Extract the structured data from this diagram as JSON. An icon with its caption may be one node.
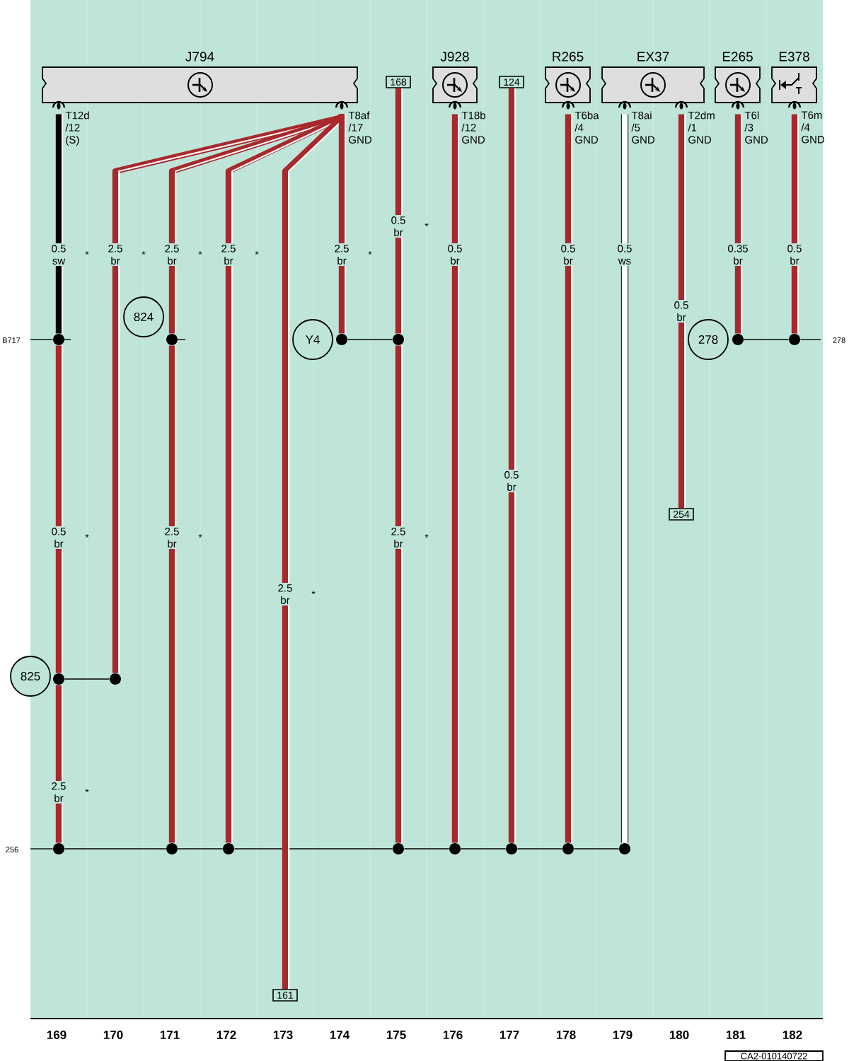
{
  "diagram": {
    "nodes": [
      {
        "text": [
          "J794"
        ],
        "beside": [
          "T12d /12 (S)",
          "T8af /17 GND"
        ]
      },
      {
        "text": [
          "J928"
        ],
        "beside": [
          "T18b /12 GND"
        ]
      },
      {
        "text": [
          "R265"
        ],
        "beside": [
          "T6ba /4 GND"
        ]
      },
      {
        "text": [
          "EX37"
        ],
        "beside": [
          "T8ai /5 GND",
          "T2dm /1 GND"
        ]
      },
      {
        "text": [
          "E265"
        ],
        "beside": [
          "T6l /3 GND"
        ]
      },
      {
        "text": [
          "E378"
        ],
        "beside": [
          "T6m /4 GND"
        ]
      },
      {
        "text": [
          "168"
        ]
      },
      {
        "text": [
          "124"
        ]
      },
      {
        "text": [
          "824"
        ]
      },
      {
        "text": [
          "Y4"
        ]
      },
      {
        "text": [
          "278"
        ]
      },
      {
        "text": [
          "254"
        ]
      },
      {
        "text": [
          "825"
        ]
      },
      {
        "text": [
          "161"
        ]
      },
      {
        "text": [
          "CA2-010140722"
        ]
      },
      {
        "text": [],
        "shape": "circle"
      },
      {
        "text": [],
        "shape": "circle"
      },
      {
        "text": [],
        "shape": "circle"
      },
      {
        "text": [],
        "shape": "circle"
      },
      {
        "text": [],
        "shape": "circle"
      },
      {
        "text": [],
        "shape": "circle"
      },
      {
        "text": [],
        "shape": "circle"
      },
      {
        "text": [],
        "shape": "circle"
      },
      {
        "text": [],
        "shape": "circle"
      },
      {
        "text": [],
        "shape": "circle"
      },
      {
        "text": [],
        "shape": "circle"
      },
      {
        "text": [],
        "shape": "circle"
      },
      {
        "text": [],
        "shape": "circle"
      },
      {
        "text": [],
        "shape": "circle"
      },
      {
        "text": [],
        "shape": "circle"
      },
      {
        "text": [],
        "shape": "circle"
      }
    ],
    "edges": [
      {
        "from": 0,
        "to": 15,
        "arrow": "none",
        "label": "0.5 sw",
        "color": "#000000"
      },
      {
        "from": 15,
        "to": 21,
        "arrow": "none",
        "label": "0.5 br",
        "color": "#a8282c"
      },
      {
        "from": 21,
        "to": 23,
        "arrow": "none",
        "label": "2.5 br",
        "color": "#a8282c"
      },
      {
        "from": 0,
        "to": 22,
        "arrow": "none",
        "label": "2.5 br",
        "color": "#a8282c"
      },
      {
        "from": 0,
        "to": 16,
        "arrow": "none",
        "label": "2.5 br",
        "color": "#a8282c"
      },
      {
        "from": 16,
        "to": 24,
        "arrow": "none",
        "label": "2.5 br",
        "color": "#a8282c"
      },
      {
        "from": 0,
        "to": 25,
        "arrow": "none",
        "label": "2.5 br",
        "color": "#a8282c"
      },
      {
        "from": 0,
        "to": 13,
        "arrow": "none",
        "label": "2.5 br",
        "color": "#a8282c"
      },
      {
        "from": 0,
        "to": 17,
        "arrow": "none",
        "label": "2.5 br",
        "color": "#a8282c"
      },
      {
        "from": 6,
        "to": 18,
        "arrow": "none",
        "label": "0.5 br",
        "color": "#a8282c"
      },
      {
        "from": 18,
        "to": 26,
        "arrow": "none",
        "label": "2.5 br",
        "color": "#a8282c"
      },
      {
        "from": 1,
        "to": 27,
        "arrow": "none",
        "label": "0.5 br",
        "color": "#a8282c"
      },
      {
        "from": 7,
        "to": 28,
        "arrow": "none",
        "label": "0.5 br",
        "color": "#a8282c"
      },
      {
        "from": 2,
        "to": 29,
        "arrow": "none",
        "label": "0.5 br",
        "color": "#a8282c"
      },
      {
        "from": 3,
        "to": 30,
        "arrow": "none",
        "label": "0.5 ws",
        "color": "#ffffff"
      },
      {
        "from": 3,
        "to": 11,
        "arrow": "none",
        "label": "0.5 br",
        "color": "#a8282c"
      },
      {
        "from": 4,
        "to": 19,
        "arrow": "none",
        "label": "0.35 br",
        "color": "#a8282c"
      },
      {
        "from": 5,
        "to": 20,
        "arrow": "none",
        "label": "0.5 br",
        "color": "#a8282c"
      },
      {
        "from": null,
        "to": 15,
        "arrow": "none",
        "color": "#000000"
      },
      {
        "from": 21,
        "to": 22,
        "arrow": "none",
        "color": "#000000"
      },
      {
        "from": 17,
        "to": 18,
        "arrow": "none",
        "color": "#000000"
      },
      {
        "from": 19,
        "to": 20,
        "arrow": "none",
        "color": "#000000"
      },
      {
        "from": 20,
        "to": null,
        "arrow": "none",
        "color": "#000000"
      },
      {
        "from": null,
        "to": 23,
        "arrow": "none",
        "color": "#000000"
      },
      {
        "from": 23,
        "to": 24,
        "arrow": "none",
        "color": "#000000"
      },
      {
        "from": 24,
        "to": 25,
        "arrow": "none",
        "color": "#000000"
      },
      {
        "from": 25,
        "to": 26,
        "arrow": "none",
        "color": "#000000"
      },
      {
        "from": 26,
        "to": 27,
        "arrow": "none",
        "color": "#000000"
      },
      {
        "from": 27,
        "to": 28,
        "arrow": "none",
        "color": "#000000"
      },
      {
        "from": 28,
        "to": 29,
        "arrow": "none",
        "color": "#000000"
      },
      {
        "from": 29,
        "to": 30,
        "arrow": "none",
        "color": "#000000"
      }
    ],
    "labels": [
      "*",
      "*",
      "*",
      "*",
      "*",
      "*",
      "B717",
      "278",
      "*",
      "*",
      "*",
      "*",
      "*",
      "256",
      "169",
      "170",
      "171",
      "172",
      "173",
      "174",
      "175",
      "176",
      "177",
      "178",
      "179",
      "180",
      "181",
      "182"
    ]
  }
}
